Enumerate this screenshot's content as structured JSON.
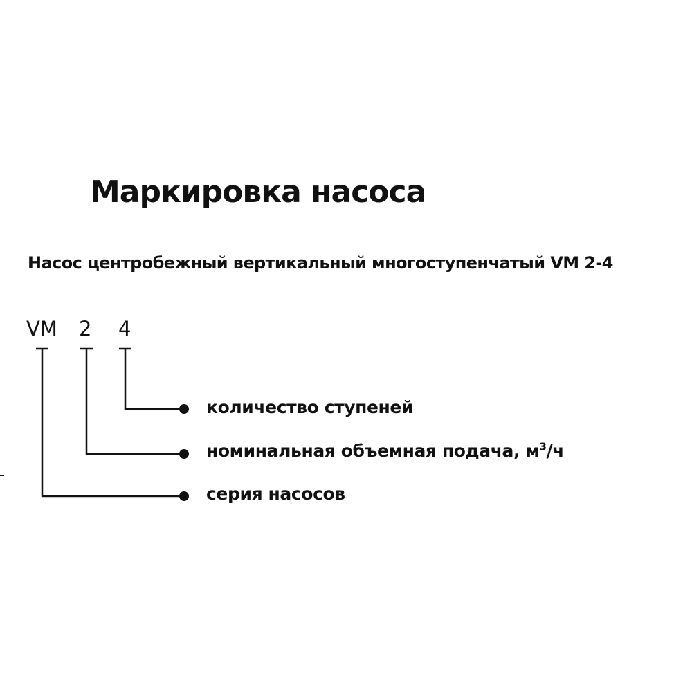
{
  "diagram": {
    "title": "Маркировка насоса",
    "subtitle": "Насос центробежный вертикальный многоступенчатый VM 2-4",
    "code_parts": {
      "series": "VM",
      "flow": "2",
      "stages": "4"
    },
    "descriptions": {
      "stages": "количество ступеней",
      "flow_text": "номинальная объемная подача, м",
      "flow_superscript": "3",
      "flow_unit_suffix": "/ч",
      "series": "серия насосов"
    },
    "line_color": "#111111"
  }
}
